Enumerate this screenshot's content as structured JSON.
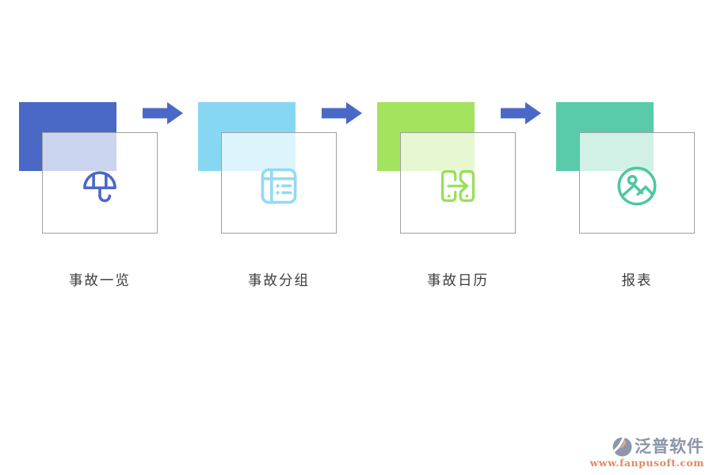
{
  "page": {
    "background_color": "#ffffff"
  },
  "flow": {
    "steps": [
      {
        "label": "事故一览",
        "icon": "umbrella-icon",
        "square_color": "#4a68c6",
        "icon_color": "#4a68c6"
      },
      {
        "label": "事故分组",
        "icon": "grouped-list-icon",
        "square_color": "#87d7f2",
        "icon_color": "#93daf4"
      },
      {
        "label": "事故日历",
        "icon": "transfer-icon",
        "square_color": "#a4e35e",
        "icon_color": "#97e057"
      },
      {
        "label": "报表",
        "icon": "image-icon",
        "square_color": "#59cbaa",
        "icon_color": "#4ec7a0"
      }
    ],
    "arrow_color": "#4a68c6",
    "panel_border_color": "#9e9e9e"
  },
  "footer": {
    "brand": "泛普软件",
    "url": "www.fanpusoft.com",
    "brand_color": "#8a94a9",
    "url_color": "#e2875f",
    "logo_body_color": "#8d96ab",
    "logo_accent_color": "#e9a78e"
  }
}
